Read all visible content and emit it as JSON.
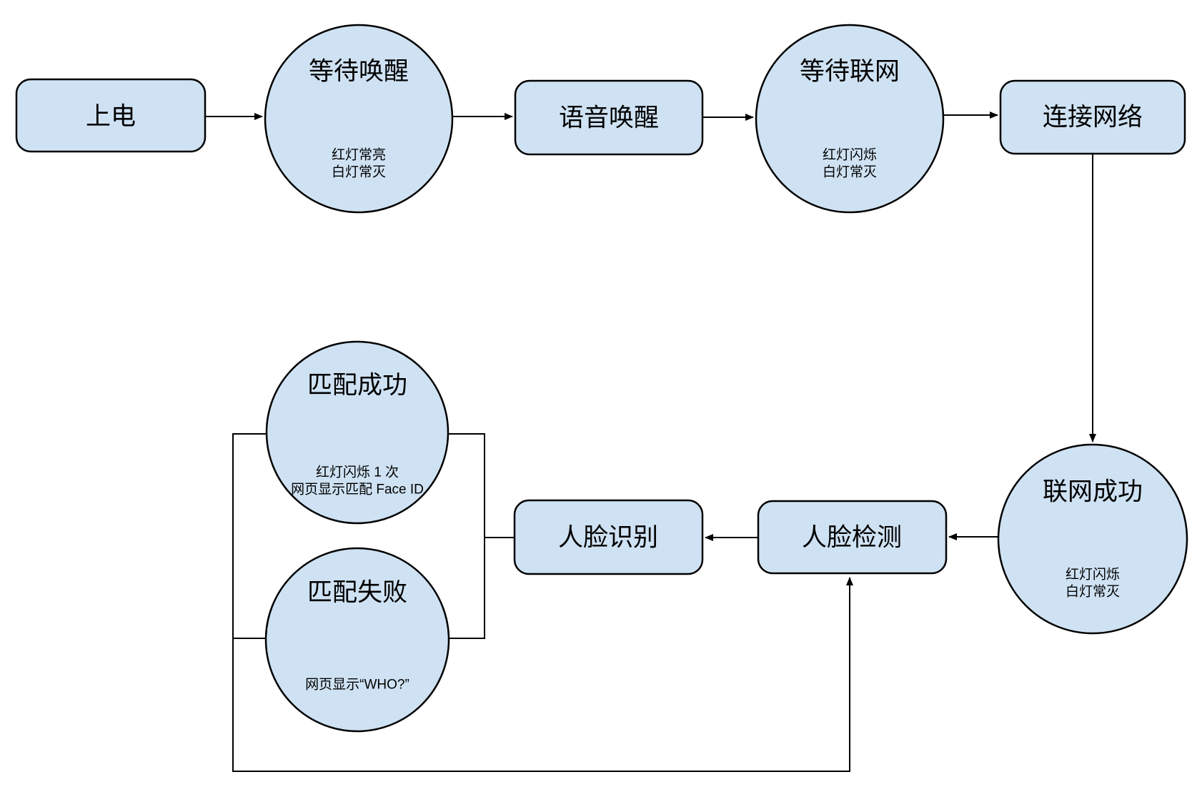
{
  "diagram": {
    "type": "flowchart",
    "background": "#ffffff",
    "node_fill": "#cfe2f3",
    "node_stroke": "#000000",
    "edge_color": "#000000",
    "nodes": {
      "power_on": {
        "shape": "rect",
        "label": "上电"
      },
      "wait_wake": {
        "shape": "circle",
        "label": "等待唤醒",
        "status": [
          "红灯常亮",
          "白灯常灭"
        ]
      },
      "voice_wake": {
        "shape": "rect",
        "label": "语音唤醒"
      },
      "wait_network": {
        "shape": "circle",
        "label": "等待联网",
        "status": [
          "红灯闪烁",
          "白灯常灭"
        ]
      },
      "connect_network": {
        "shape": "rect",
        "label": "连接网络"
      },
      "network_success": {
        "shape": "circle",
        "label": "联网成功",
        "status": [
          "红灯闪烁",
          "白灯常灭"
        ]
      },
      "face_detect": {
        "shape": "rect",
        "label": "人脸检测"
      },
      "face_recognize": {
        "shape": "rect",
        "label": "人脸识别"
      },
      "match_success": {
        "shape": "circle",
        "label": "匹配成功",
        "status": [
          "红灯闪烁 1 次",
          "网页显示匹配 Face ID"
        ]
      },
      "match_fail": {
        "shape": "circle",
        "label": "匹配失败",
        "status": [
          "网页显示“WHO?”"
        ]
      }
    },
    "edges": [
      {
        "from": "上电",
        "to": "等待唤醒"
      },
      {
        "from": "等待唤醒",
        "to": "语音唤醒"
      },
      {
        "from": "语音唤醒",
        "to": "等待联网"
      },
      {
        "from": "等待联网",
        "to": "连接网络"
      },
      {
        "from": "连接网络",
        "to": "联网成功"
      },
      {
        "from": "联网成功",
        "to": "人脸检测"
      },
      {
        "from": "人脸检测",
        "to": "人脸识别"
      },
      {
        "from": "人脸识别",
        "to": "匹配成功"
      },
      {
        "from": "人脸识别",
        "to": "匹配失败"
      },
      {
        "from": "匹配成功",
        "to": "人脸检测"
      },
      {
        "from": "匹配失败",
        "to": "人脸检测"
      }
    ]
  }
}
